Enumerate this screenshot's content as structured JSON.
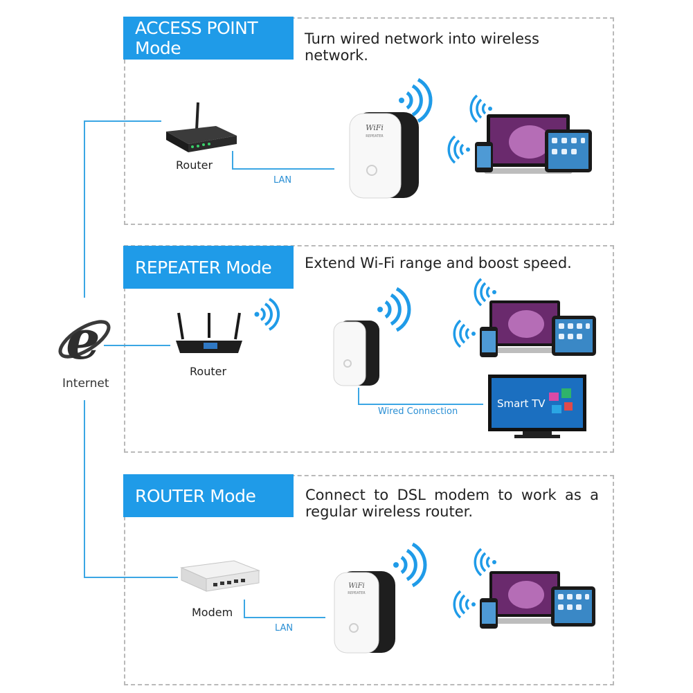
{
  "internet": {
    "label": "Internet"
  },
  "modes": [
    {
      "title": "ACCESS POINT Mode",
      "description": "Turn wired network into wireless network.",
      "source_label": "Router",
      "link_label": "LAN"
    },
    {
      "title": "REPEATER Mode",
      "description": "Extend Wi-Fi range and boost speed.",
      "source_label": "Router",
      "link_label": "Wired Connection",
      "tv_label": "Smart TV"
    },
    {
      "title": "ROUTER Mode",
      "description": "Connect to DSL modem to work as a regular wireless router.",
      "source_label": "Modem",
      "link_label": "LAN"
    }
  ],
  "device": {
    "brand": "WiFi",
    "model": "REPEATER"
  },
  "colors": {
    "accent": "#1f9be8",
    "line": "#3aa6e4",
    "border": "#b9b9b9"
  }
}
